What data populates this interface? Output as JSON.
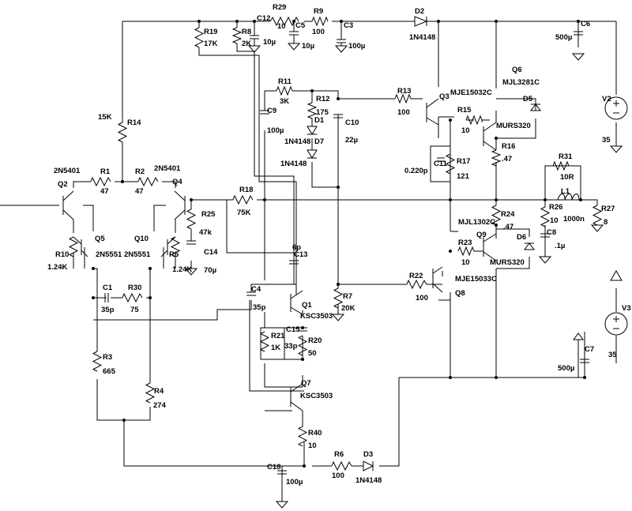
{
  "components": {
    "R29": {
      "ref": "R29",
      "val": "10"
    },
    "R9": {
      "ref": "R9",
      "val": "100"
    },
    "C12": {
      "ref": "C12",
      "val": "10µ"
    },
    "C5": {
      "ref": "C5",
      "val": "10µ"
    },
    "C3": {
      "ref": "C3",
      "val": "100µ"
    },
    "D2": {
      "ref": "D2",
      "val": "1N4148"
    },
    "C6": {
      "ref": "C6",
      "val": "500µ"
    },
    "R19": {
      "ref": "R19",
      "val": "17K"
    },
    "R8": {
      "ref": "R8",
      "val": "2K"
    },
    "R11": {
      "ref": "R11",
      "val": "3K"
    },
    "R12": {
      "ref": "R12",
      "val": "175"
    },
    "D1": {
      "ref": "D1",
      "val": "1N4148"
    },
    "D7": {
      "ref": "D7",
      "val": "1N4148"
    },
    "C9": {
      "ref": "C9",
      "val": "100µ"
    },
    "C10": {
      "ref": "C10",
      "val": "22µ"
    },
    "R13": {
      "ref": "R13",
      "val": "100"
    },
    "Q3": {
      "ref": "Q3",
      "val": "MJE15032C"
    },
    "Q6": {
      "ref": "Q6",
      "val": "MJL3281C"
    },
    "D5": {
      "ref": "D5",
      "val": "MURS320"
    },
    "R15": {
      "ref": "R15",
      "val": "10"
    },
    "R16": {
      "ref": "R16",
      "val": ".47"
    },
    "R14": {
      "ref": "R14",
      "val": "15K"
    },
    "C11": {
      "ref": "C11",
      "val": "0.220p"
    },
    "R17": {
      "ref": "R17",
      "val": "121"
    },
    "R31": {
      "ref": "R31",
      "val": "10R"
    },
    "L1": {
      "ref": "L1",
      "val": "1000n"
    },
    "V2": {
      "ref": "V2",
      "val": "35"
    },
    "Q2": {
      "ref": "Q2",
      "val": "2N5401"
    },
    "Q4": {
      "ref": "Q4",
      "val": "2N5401"
    },
    "R1": {
      "ref": "R1",
      "val": "47"
    },
    "R2": {
      "ref": "R2",
      "val": "47"
    },
    "R18": {
      "ref": "R18",
      "val": "75K"
    },
    "R25": {
      "ref": "R25",
      "val": "47k"
    },
    "C14": {
      "ref": "C14",
      "val": "70µ"
    },
    "R24": {
      "ref": "R24",
      "val": ".47"
    },
    "R26": {
      "ref": "R26",
      "val": "10"
    },
    "C8": {
      "ref": "C8",
      "val": ".1µ"
    },
    "R27": {
      "ref": "R27",
      "val": "8"
    },
    "Q9": {
      "ref": "Q9",
      "val": "MJL1302C"
    },
    "D6": {
      "ref": "D6",
      "val": "MURS320"
    },
    "R23": {
      "ref": "R23",
      "val": "10"
    },
    "Q5": {
      "ref": "Q5",
      "val": "2N5551"
    },
    "Q10": {
      "ref": "Q10",
      "val": "2N5551"
    },
    "R10": {
      "ref": "R10",
      "val": "1.24K"
    },
    "R5": {
      "ref": "R5",
      "val": "1.24K"
    },
    "C13": {
      "ref": "C13",
      "val": "6p"
    },
    "C1": {
      "ref": "C1",
      "val": "35p"
    },
    "R30": {
      "ref": "R30",
      "val": "75"
    },
    "C4": {
      "ref": "C4",
      "val": "35p"
    },
    "Q1": {
      "ref": "Q1",
      "val": "KSC3503"
    },
    "R7": {
      "ref": "R7",
      "val": "20K"
    },
    "R22": {
      "ref": "R22",
      "val": "100"
    },
    "Q8": {
      "ref": "Q8",
      "val": "MJE15033C"
    },
    "C15": {
      "ref": "C15",
      "val": "33p"
    },
    "R21": {
      "ref": "R21",
      "val": "1K"
    },
    "R20": {
      "ref": "R20",
      "val": "50"
    },
    "V3": {
      "ref": "V3",
      "val": "35"
    },
    "C7": {
      "ref": "C7",
      "val": "500µ"
    },
    "R3": {
      "ref": "R3",
      "val": "665"
    },
    "Q7": {
      "ref": "Q7",
      "val": "KSC3503"
    },
    "R4": {
      "ref": "R4",
      "val": "274"
    },
    "R40": {
      "ref": "R40",
      "val": "10"
    },
    "R6": {
      "ref": "R6",
      "val": "100"
    },
    "D3": {
      "ref": "D3",
      "val": "1N4148"
    },
    "C18": {
      "ref": "C18",
      "val": "100µ"
    }
  }
}
